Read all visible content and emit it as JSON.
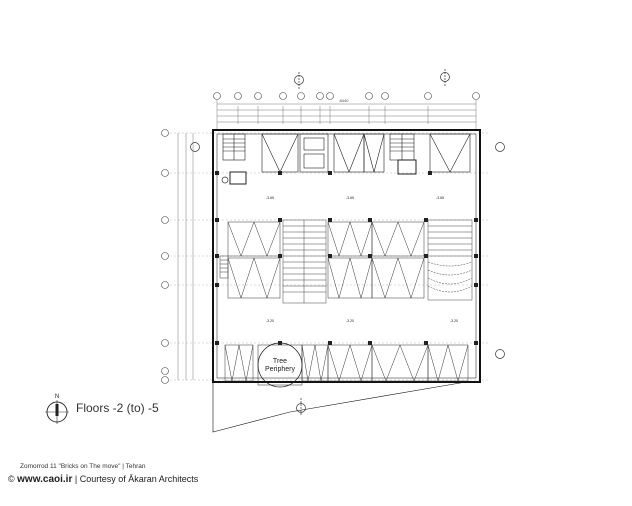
{
  "drawing": {
    "overall_dimension": "8440",
    "room_label_line1": "Tree",
    "room_label_line2": "Periphery",
    "level_tag_1": "-3.65",
    "level_tag_2": "-3.20",
    "north_letter": "N"
  },
  "legend": {
    "title": "Floors -2 (to) -5"
  },
  "credits": {
    "project": "Zomorrod 11 \"Bricks on The move\"  |  Tehran",
    "site": "www.caoi.ir",
    "courtesy": "Courtesy of Ākaran Architects",
    "copyright_symbol": "©",
    "separator": "|"
  }
}
